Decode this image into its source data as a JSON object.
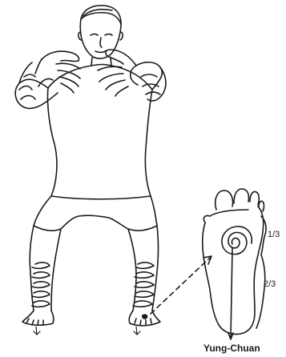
{
  "figure": {
    "subject": "standing figure in horse stance with hands raised in front of chest",
    "foot_sole_proportion_labels": {
      "upper": "1/3",
      "lower": "2/3"
    },
    "point_label": "Yung-Chuan",
    "colors": {
      "ink": "#1a1a1a",
      "background": "#ffffff"
    }
  }
}
